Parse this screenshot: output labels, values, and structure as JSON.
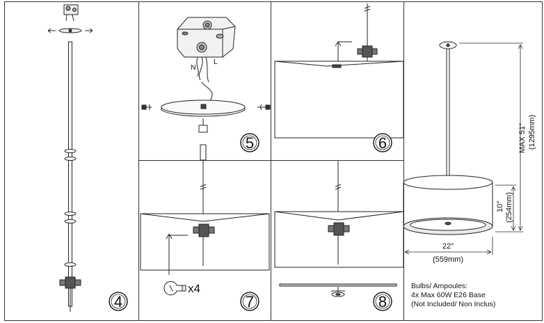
{
  "steps": [
    {
      "number": "4"
    },
    {
      "number": "5"
    },
    {
      "number": "6"
    },
    {
      "number": "7"
    },
    {
      "number": "8"
    }
  ],
  "bulb": {
    "quantity": "x4"
  },
  "dimensions": {
    "height_max": "MAX 51\"",
    "height_max_mm": "(1295mm)",
    "shade_height": "10\"",
    "shade_height_mm": "(254mm)",
    "width": "22\"",
    "width_mm": "(559mm)"
  },
  "wire_labels": {
    "neutral": "N",
    "line": "L"
  },
  "notes": {
    "line1": "Bulbs/ Ampoules:",
    "line2": "4x Max 60W E26 Base",
    "line3": "(Not Included/ Non Inclus)"
  }
}
